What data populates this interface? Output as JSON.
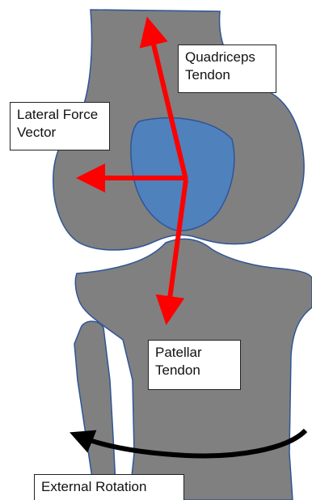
{
  "labels": {
    "quadriceps": {
      "line1": "Quadriceps",
      "line2": "Tendon"
    },
    "lateral_force": {
      "line1": "Lateral Force",
      "line2": "Vector"
    },
    "patellar": {
      "line1": "Patellar",
      "line2": "Tendon"
    },
    "external_rotation": {
      "line1": "External Rotation"
    }
  },
  "colors": {
    "bone_fill": "#808080",
    "bone_outline": "#2f5597",
    "patella_fill": "#4f81bd",
    "force_arrow": "#ff0000",
    "rotation_arrow": "#000000"
  }
}
